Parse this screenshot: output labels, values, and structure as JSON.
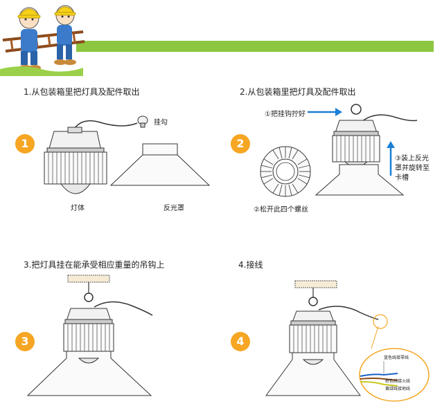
{
  "steps": [
    {
      "number": "1",
      "title": "1.从包装箱里把灯具及配件取出",
      "labels": {
        "hook": "挂勾",
        "body": "灯体",
        "reflector": "反光罩"
      }
    },
    {
      "number": "2",
      "title": "2.从包装箱里把灯具及配件取出",
      "labels": {
        "tighten_hook": "①把挂钩拧好",
        "mount_reflector_1": "③装上反光",
        "mount_reflector_2": "罩并旋转至",
        "mount_reflector_3": "卡槽",
        "loosen_screws": "②松开此四个螺丝"
      }
    },
    {
      "number": "3",
      "title": "3.把灯具挂在能承受相应重量的吊钩上"
    },
    {
      "number": "4",
      "title": "4.接线",
      "wires": {
        "blue": "蓝色线接零线",
        "brown": "棕色线接火线",
        "yellow_green": "黄绿线接地线"
      }
    }
  ],
  "colors": {
    "accent_orange": "#f6a623",
    "banner_green": "#8cc63f",
    "arrow_blue": "#1a7fd6"
  }
}
